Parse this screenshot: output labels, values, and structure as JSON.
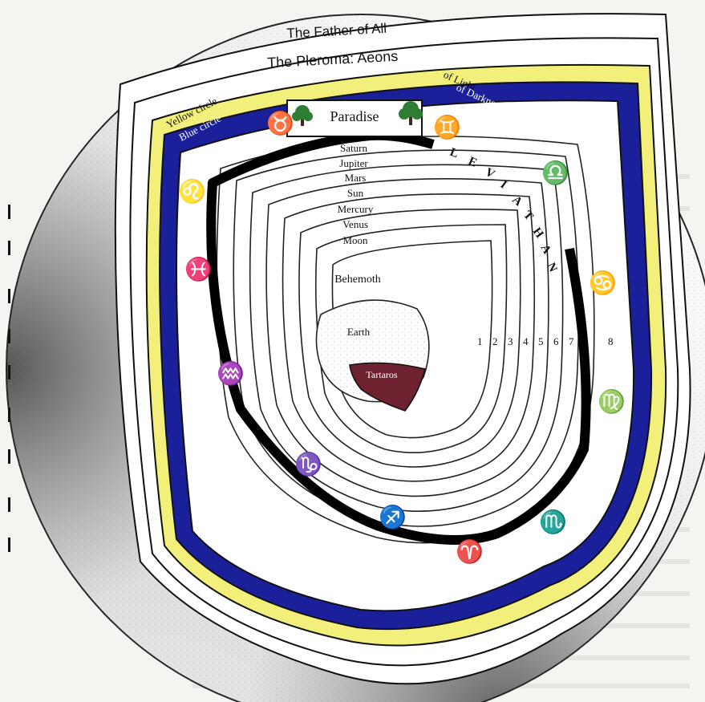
{
  "title": "The Father of All",
  "subtitle": "The Pleroma:  Aeons",
  "circles": {
    "yellow": "Yellow circle",
    "blue": "Blue circle",
    "light": "of Light",
    "darkness": "of Darkness"
  },
  "paradise": "Paradise",
  "spheres": [
    "Saturn",
    "Jupiter",
    "Mars",
    "Sun",
    "Mercury",
    "Venus",
    "Moon"
  ],
  "behemoth": "Behemoth",
  "earth": "Earth",
  "tartaros": "Tartaros",
  "leviathan_letters": [
    "L",
    "E",
    "V",
    "I",
    "A",
    "T",
    "H",
    "A",
    "N"
  ],
  "ring_numbers": [
    "1",
    "2",
    "3",
    "4",
    "5",
    "6",
    "7",
    "8"
  ],
  "zodiac_glyphs": [
    "♉",
    "♊",
    "♋",
    "♌",
    "♍",
    "♎",
    "♏",
    "♐",
    "♑",
    "♒",
    "♓",
    "♈"
  ],
  "colors": {
    "yellow": "#f2f07a",
    "blue": "#1a1f9a",
    "tartaros": "#6e2230",
    "tree": "#2e7d32",
    "leviathan": "#000000"
  },
  "icons": [
    "tree-icon",
    "tree-icon"
  ]
}
